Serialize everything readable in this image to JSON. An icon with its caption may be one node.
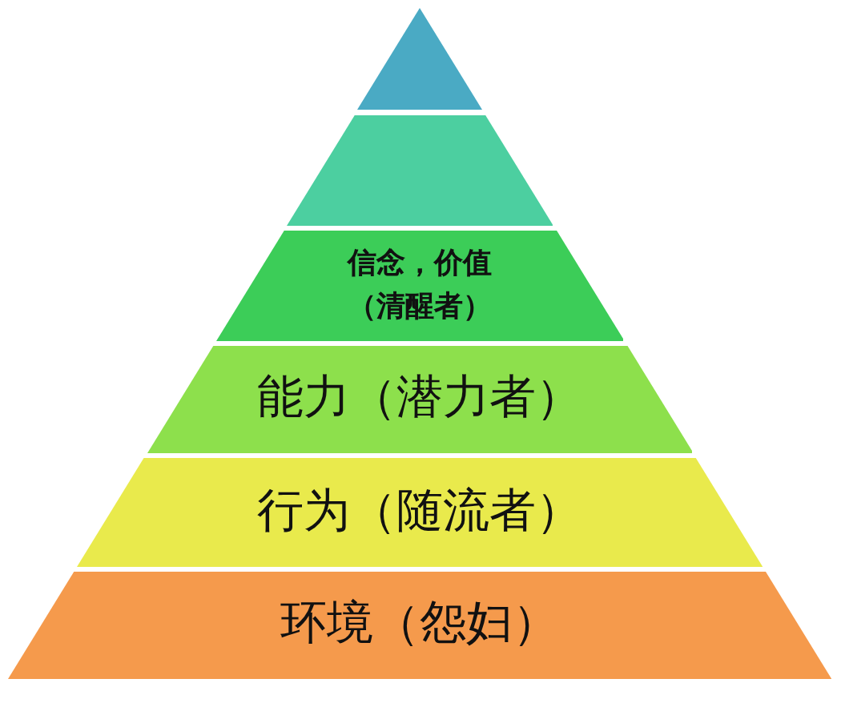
{
  "diagram": {
    "nodes": [
      {
        "text": [],
        "shape": "triangle"
      },
      {
        "text": [],
        "shape": "band"
      },
      {
        "text": [
          "信念，价值（清醒者）"
        ]
      },
      {
        "text": [
          "能力（潜力者）"
        ]
      },
      {
        "text": [
          "行为（随流者）"
        ]
      },
      {
        "text": [
          "环境（怨妇）"
        ]
      }
    ]
  }
}
